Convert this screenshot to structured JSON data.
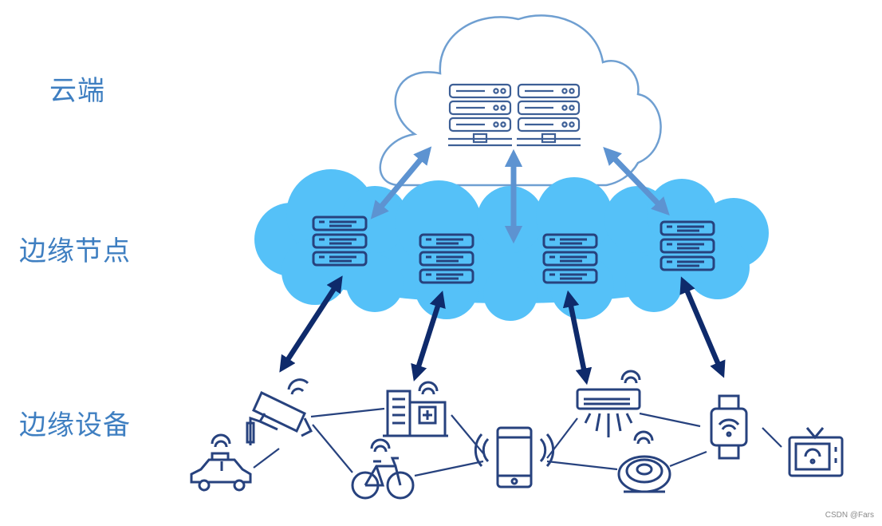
{
  "labels": {
    "cloud": "云端",
    "edge_node": "边缘节点",
    "edge_device": "边缘设备"
  },
  "watermark": "CSDN @Fars",
  "colors": {
    "label_text": "#3f7fc1",
    "central_cloud_stroke": "#6f9fd1",
    "edge_cloud_fill": "#55c1f8",
    "cloud_link_arrow": "#5d93d1",
    "device_link_arrow": "#0e2a6b",
    "device_icon": "#27427e"
  },
  "icons": {
    "central_cloud": [
      "server-rack-icon",
      "server-rack-icon"
    ],
    "edge_nodes": [
      "server-stack-icon",
      "server-stack-icon",
      "server-stack-icon",
      "server-stack-icon"
    ],
    "devices": [
      "surveillance-camera-icon",
      "taxi-icon",
      "hospital-building-icon",
      "bicycle-icon",
      "smartphone-icon",
      "air-conditioner-icon",
      "robot-vacuum-icon",
      "smartwatch-icon",
      "tv-icon"
    ]
  }
}
